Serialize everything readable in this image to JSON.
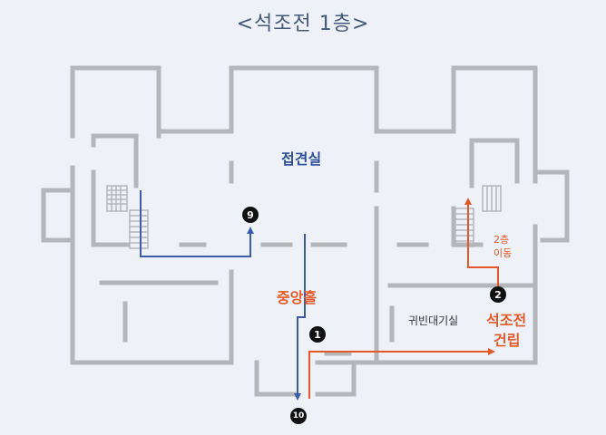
{
  "title": "<석조전 1층>",
  "rooms": {
    "reception": "접견실",
    "central_hall": "중앙홀",
    "waiting_room": "귀빈대기실",
    "building_line1": "석조전",
    "building_line2": "건립"
  },
  "floor_move": {
    "line1": "2층",
    "line2": "이동"
  },
  "markers": {
    "m1": "1",
    "m2": "2",
    "m9": "9",
    "m10": "10"
  },
  "colors": {
    "wall": "#b4b6b9",
    "blue_route": "#3b5ca8",
    "orange_route": "#e2582a",
    "background": "#eef2f8"
  }
}
